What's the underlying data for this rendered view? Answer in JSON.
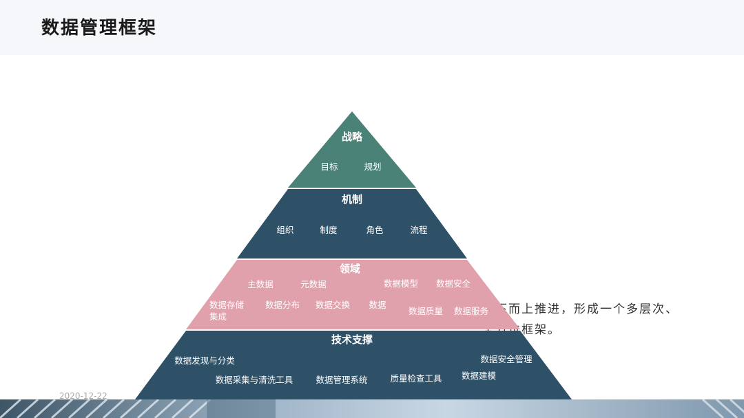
{
  "title": "数据管理框架",
  "date": "2020-12-22",
  "side_text": [
    "从下而上推进，形成一个多层次、",
    "全方位框架。"
  ],
  "colors": {
    "strategy": "#4a8277",
    "mechanism": "#2f5168",
    "domain": "#e0a0ac",
    "tech": "#2f5168",
    "header_bg": "#f6f7fb"
  },
  "pyramid": {
    "strategy": {
      "title": "战略",
      "items": [
        "目标",
        "规划"
      ]
    },
    "mechanism": {
      "title": "机制",
      "items": [
        "组织",
        "制度",
        "角色",
        "流程"
      ]
    },
    "domain": {
      "title": "领域",
      "items": [
        "主数据",
        "元数据",
        "数据模型",
        "数据安全",
        "数据存储",
        "集成",
        "数据分布",
        "数据交换",
        "数据",
        "数据质量",
        "数据服务"
      ]
    },
    "tech": {
      "title": "技术支撑",
      "items": [
        "数据发现与分类",
        "数据安全管理",
        "数据采集与清洗工具",
        "数据管理系统",
        "质量检查工具",
        "数据建模"
      ]
    }
  }
}
